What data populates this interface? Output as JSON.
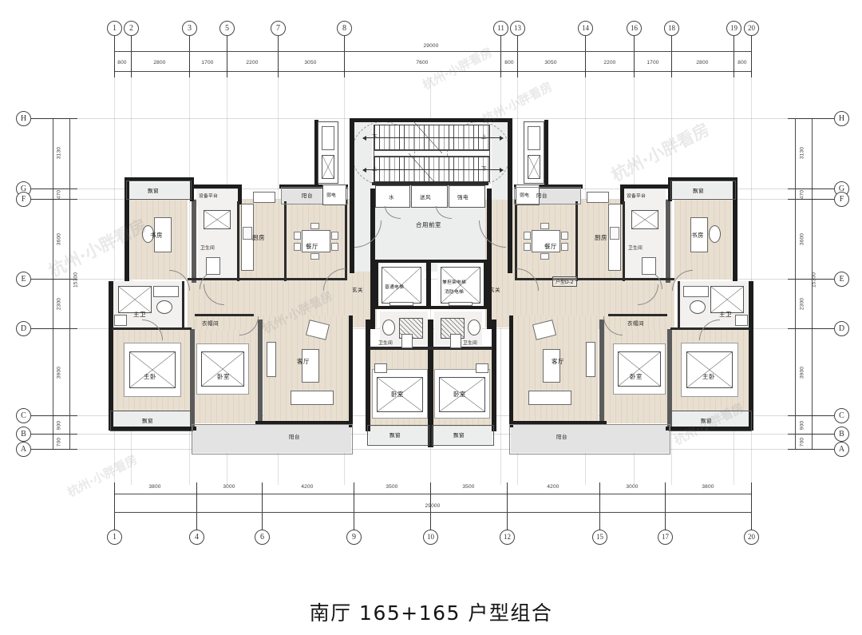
{
  "drawing": {
    "title": "南厅 165+165  户型组合",
    "plan_type_tag": "户型D-2",
    "watermark": "杭州·小胖看房",
    "total_width_mm": "29000",
    "total_height_mm": "15300"
  },
  "grid": {
    "top_bubbles": [
      "1",
      "2",
      "3",
      "5",
      "7",
      "8",
      "11",
      "13",
      "14",
      "16",
      "18",
      "19",
      "20"
    ],
    "bottom_bubbles": [
      "1",
      "4",
      "6",
      "9",
      "10",
      "12",
      "15",
      "17",
      "20"
    ],
    "left_bubbles": [
      "H",
      "G",
      "F",
      "E",
      "D",
      "C",
      "B",
      "A"
    ],
    "right_bubbles": [
      "H",
      "G",
      "F",
      "E",
      "D",
      "C",
      "B",
      "A"
    ],
    "top_overall": "29000",
    "bottom_overall": "29000",
    "left_overall": "15300",
    "right_overall": "15300",
    "top_dims": [
      "800",
      "2800",
      "1700",
      "2200",
      "3050",
      "7600",
      "800",
      "3050",
      "2200",
      "1700",
      "2800",
      "800"
    ],
    "bottom_dims": [
      "3800",
      "3000",
      "4200",
      "3500",
      "3500",
      "4200",
      "3000",
      "3800"
    ],
    "left_dims": [
      "3130",
      "470",
      "3600",
      "2300",
      "3900",
      "900",
      "700"
    ],
    "right_dims": [
      "3130",
      "470",
      "3600",
      "2300",
      "3900",
      "900",
      "700"
    ]
  },
  "core": {
    "vestibule": "合用前室",
    "stair_down_left": "下",
    "stair_up_right": "上",
    "stair_up_left": "上",
    "stair_down_right": "下",
    "shaft_water": "水",
    "shaft_air": "送风",
    "shaft_power": "强电",
    "shaft_weak_left": "弱电",
    "shaft_weak_right": "弱电",
    "elevator_normal": "普通电梯",
    "elevator_fire_line1": "兼担架电梯",
    "elevator_fire_line2": "消防电梯",
    "wc_left": "卫生间",
    "wc_right": "卫生间"
  },
  "unit_left": {
    "bay_window_study": "飘窗",
    "equipment_platform": "设备平台",
    "study": "书房",
    "bathroom": "卫生间",
    "kitchen": "厨房",
    "balcony_north": "阳台",
    "dining": "餐厅",
    "entry": "玄关",
    "master_bath": "主卫",
    "closet": "衣帽间",
    "master_bedroom": "主卧",
    "bedroom": "卧室",
    "living": "客厅",
    "bay_window_master": "飘窗",
    "balcony_south": "阳台"
  },
  "unit_right": {
    "bay_window_study": "飘窗",
    "equipment_platform": "设备平台",
    "study": "书房",
    "bathroom": "卫生间",
    "kitchen": "厨房",
    "balcony_north": "阳台",
    "dining": "餐厅",
    "entry": "玄关",
    "master_bath": "主卫",
    "closet": "衣帽间",
    "master_bedroom": "主卧",
    "bedroom": "卧室",
    "living": "客厅",
    "bay_window_master": "飘窗",
    "balcony_south": "阳台",
    "plan_tag": "户型D-2"
  },
  "center_rooms": {
    "bedroom_left": "卧室",
    "bedroom_right": "卧室",
    "bay_window_left": "飘窗",
    "bay_window_right": "飘窗"
  },
  "colors": {
    "wood_floor": "#e8dfd1",
    "wet_area": "#f2f1ef",
    "wall": "#1d1d1d",
    "balcony": "#e2e3e2",
    "line": "#4a4a4a"
  }
}
